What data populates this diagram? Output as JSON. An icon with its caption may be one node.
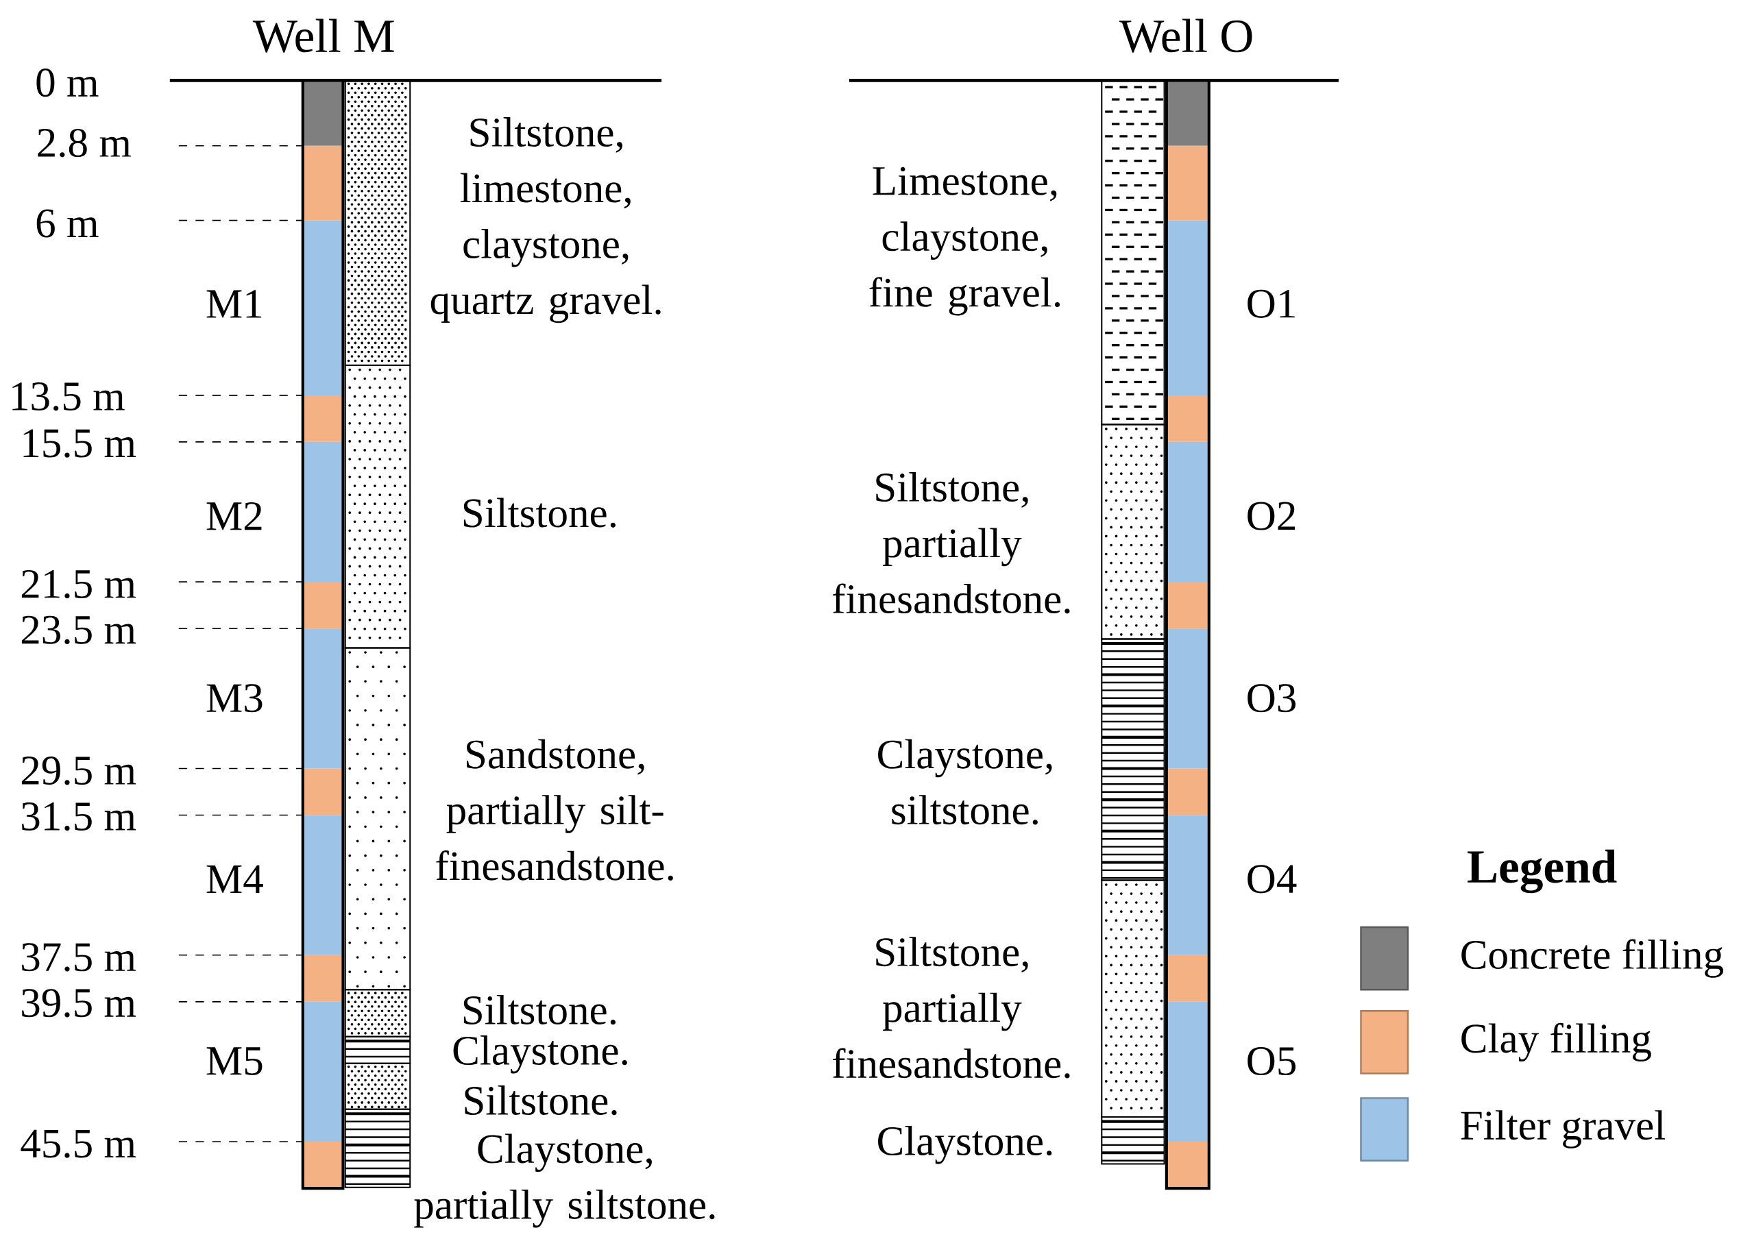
{
  "diagram": {
    "labels": [
      "Well M",
      "Well O",
      "0 m",
      "2.8 m",
      "6 m",
      "13.5 m",
      "15.5 m",
      "21.5 m",
      "23.5 m",
      "29.5 m",
      "31.5 m",
      "37.5 m",
      "39.5 m",
      "45.5 m",
      "M1",
      "M2",
      "M3",
      "M4",
      "M5",
      "O1",
      "O2",
      "O3",
      "O4",
      "O5",
      "Siltstone, limestone, claystone, quartz gravel.",
      "Siltstone.",
      "Sandstone, partially silt-finesandstone.",
      "Siltstone.",
      "Claystone.",
      "Siltstone.",
      "Claystone, partially siltstone.",
      "Limestone, claystone, fine gravel.",
      "Siltstone, partially finesandstone.",
      "Claystone, siltstone.",
      "Siltstone, partially finesandstone.",
      "Claystone.",
      "Legend"
    ],
    "legend": [
      {
        "text": "Concrete filling",
        "color": "#7f7f7f"
      },
      {
        "text": "Clay filling",
        "color": "#f4b183"
      },
      {
        "text": "Filter gravel",
        "color": "#9dc3e6"
      }
    ]
  }
}
